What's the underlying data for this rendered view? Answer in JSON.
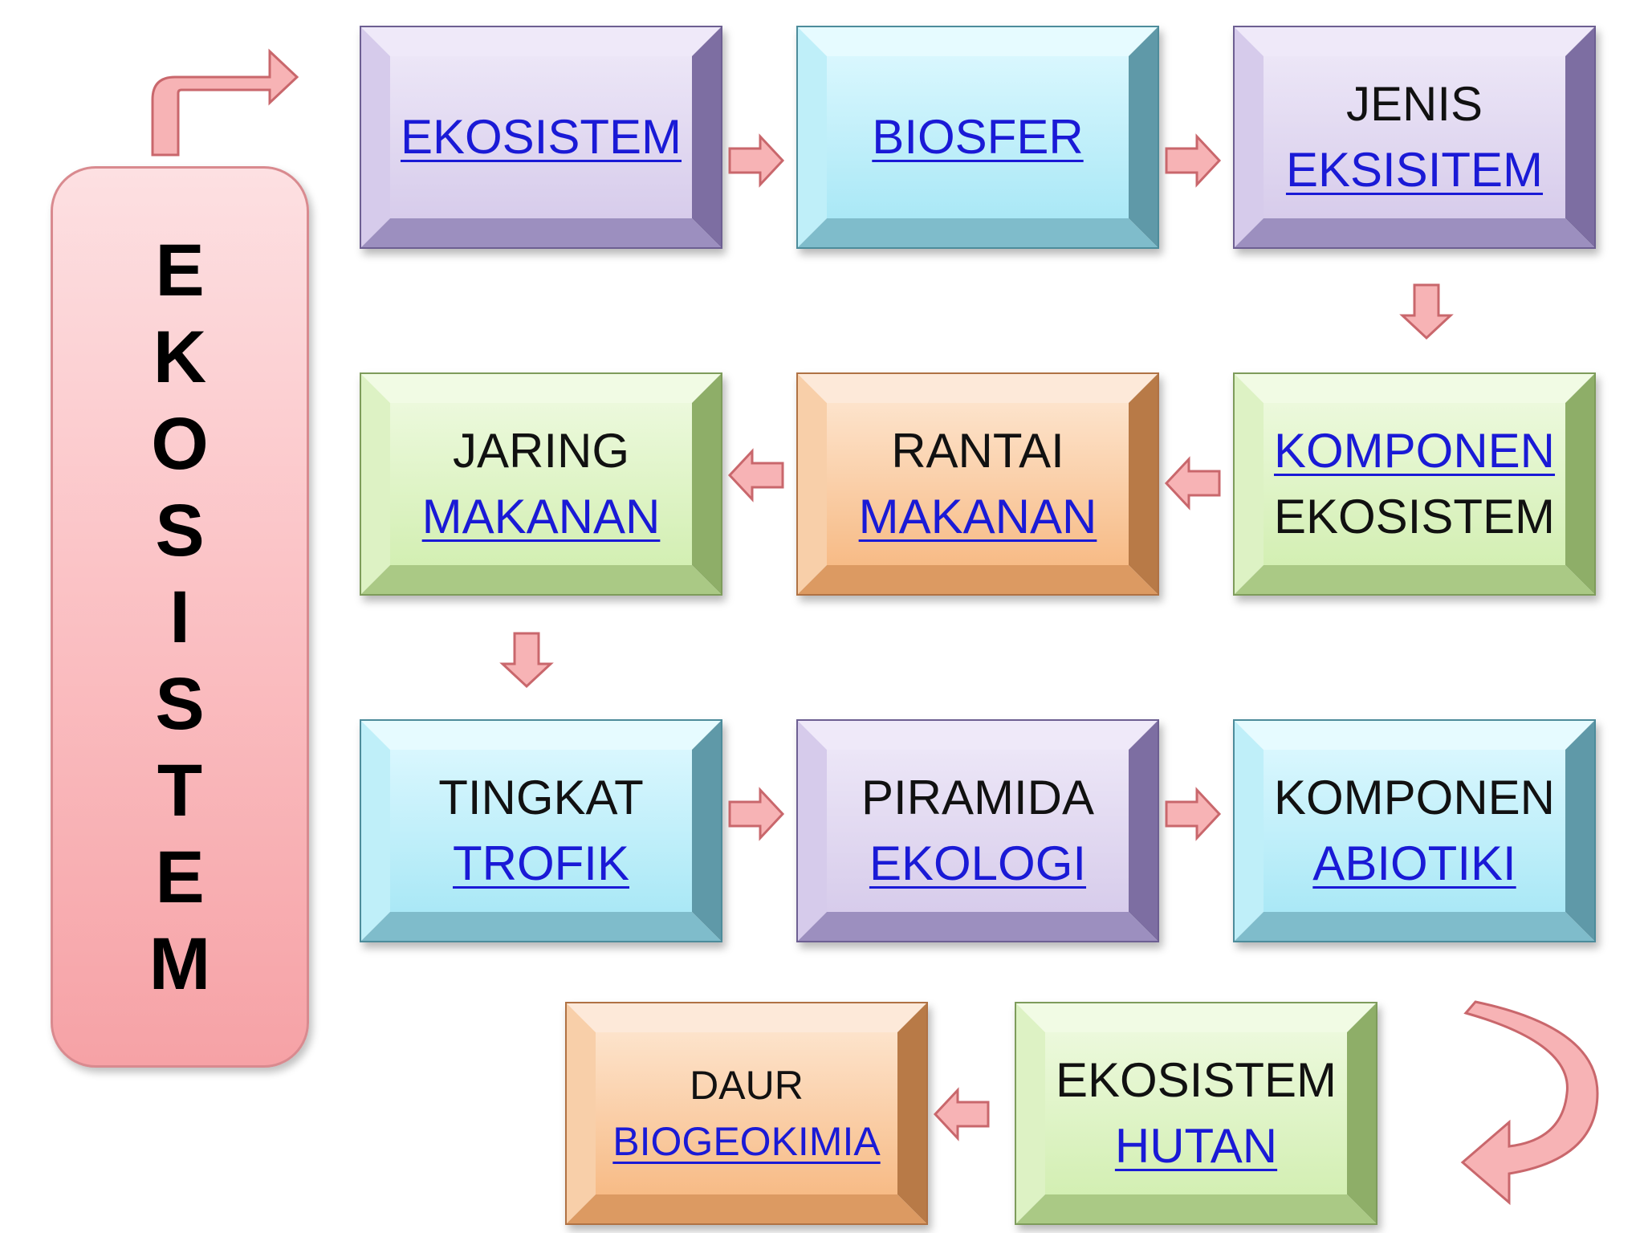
{
  "title_letters": [
    "E",
    "K",
    "O",
    "S",
    "I",
    "S",
    "T",
    "E",
    "M"
  ],
  "boxes": [
    {
      "id": "ekosistem",
      "theme": "purple",
      "line1": "",
      "line1_link": false,
      "line2": "EKOSISTEM",
      "line2_link": true
    },
    {
      "id": "biosfer",
      "theme": "cyan",
      "line1": "",
      "line1_link": false,
      "line2": "BIOSFER",
      "line2_link": true
    },
    {
      "id": "jenis-eksisitem",
      "theme": "purple",
      "line1": "JENIS",
      "line1_link": false,
      "line2": "EKSISITEM",
      "line2_link": true
    },
    {
      "id": "komponen-ekosistem",
      "theme": "green",
      "line1": "KOMPONEN",
      "line1_link": true,
      "line2": "EKOSISTEM",
      "line2_link": false
    },
    {
      "id": "rantai-makanan",
      "theme": "orange",
      "line1": "RANTAI",
      "line1_link": false,
      "line2": "MAKANAN",
      "line2_link": true
    },
    {
      "id": "jaring-makanan",
      "theme": "green",
      "line1": "JARING",
      "line1_link": false,
      "line2": "MAKANAN",
      "line2_link": true
    },
    {
      "id": "tingkat-trofik",
      "theme": "cyan",
      "line1": "TINGKAT",
      "line1_link": false,
      "line2": "TROFIK",
      "line2_link": true
    },
    {
      "id": "piramida-ekologi",
      "theme": "purple",
      "line1": "PIRAMIDA",
      "line1_link": false,
      "line2": "EKOLOGI",
      "line2_link": true
    },
    {
      "id": "komponen-abiotiki",
      "theme": "cyan",
      "line1": "KOMPONEN",
      "line1_link": false,
      "line2": "ABIOTIKI",
      "line2_link": true
    },
    {
      "id": "ekosistem-hutan",
      "theme": "green",
      "line1": "EKOSISTEM",
      "line1_link": false,
      "line2": "HUTAN",
      "line2_link": true
    },
    {
      "id": "daur-biogeokimia",
      "theme": "orange",
      "line1": "DAUR",
      "line1_link": false,
      "line2": "BIOGEOKIMIA",
      "line2_link": true
    }
  ],
  "colors": {
    "arrow_fill": "#f7b3b5",
    "arrow_stroke": "#c9676c",
    "link": "#1a1ad6",
    "pillar": "#f9b9bc"
  }
}
